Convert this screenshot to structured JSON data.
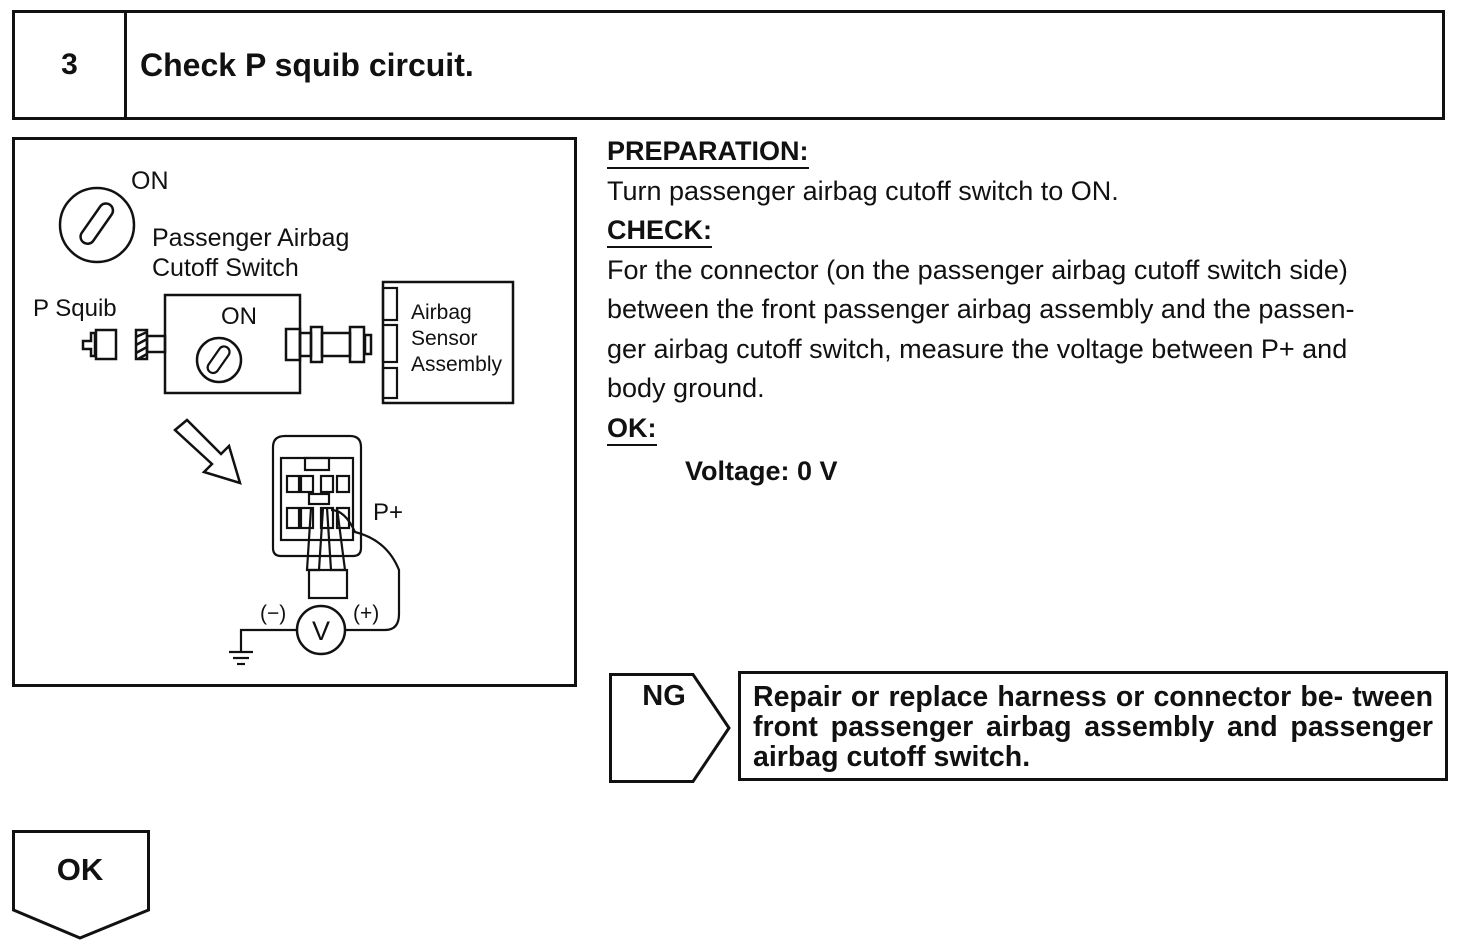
{
  "step": {
    "number": "3",
    "title": "Check P squib circuit."
  },
  "figure": {
    "ignition_label": "ON",
    "switch_label_line1": "Passenger Airbag",
    "switch_label_line2": "Cutoff Switch",
    "squib_label": "P Squib",
    "switch_on_label": "ON",
    "sensor_line1": "Airbag",
    "sensor_line2": "Sensor",
    "sensor_line3": "Assembly",
    "terminal_label": "P+",
    "negative_label": "(−)",
    "positive_label": "(+)",
    "meter_label": "V"
  },
  "preparation": {
    "heading": "PREPARATION:",
    "text": "Turn passenger airbag cutoff switch to ON."
  },
  "check": {
    "heading": "CHECK:",
    "line1": "For the connector (on the passenger airbag cutoff switch side)",
    "line2": "between the front passenger airbag assembly and the passen-",
    "line3": "ger airbag cutoff switch, measure the voltage between P+ and",
    "line4": "body ground."
  },
  "ok_section": {
    "heading": "OK:",
    "spec": "Voltage: 0 V"
  },
  "ng": {
    "label": "NG",
    "text": "Repair or replace harness or connector be- tween front passenger airbag assembly and passenger airbag cutoff switch."
  },
  "ok_result": {
    "label": "OK"
  }
}
